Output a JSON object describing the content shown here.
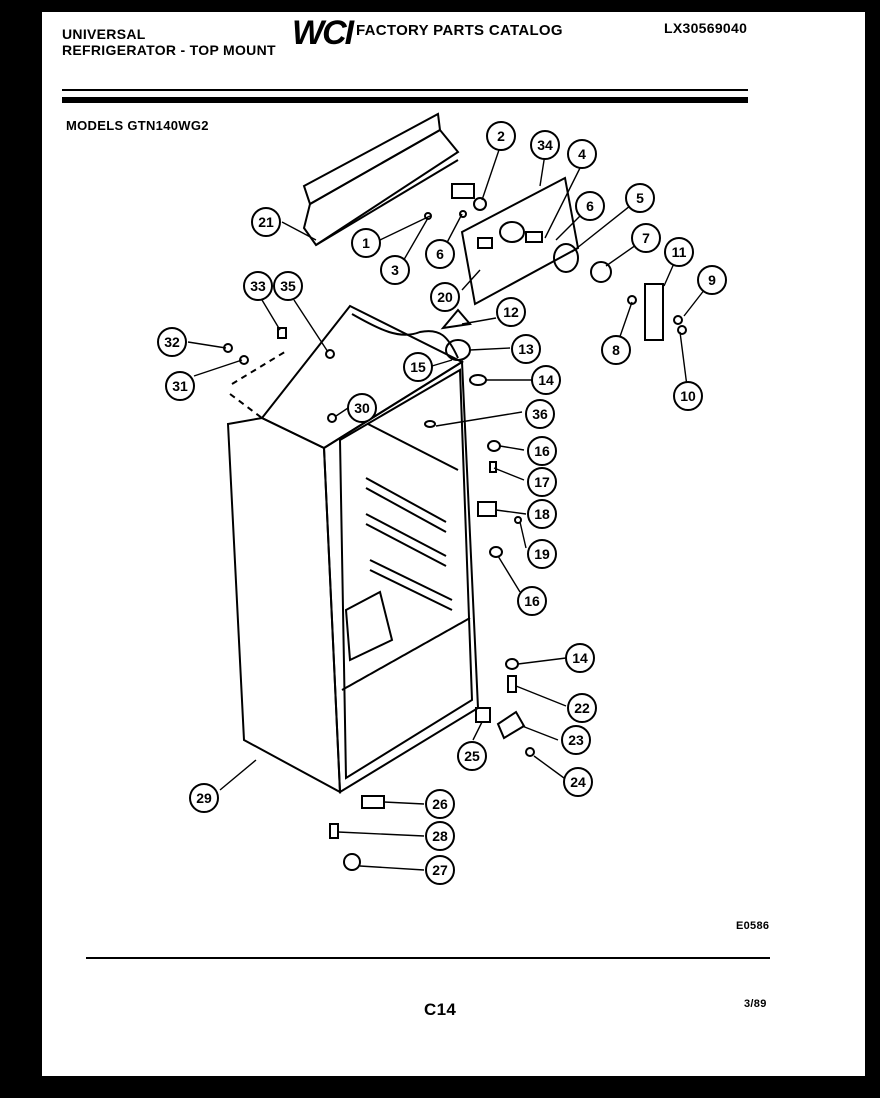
{
  "header": {
    "brand_line1": "UNIVERSAL",
    "brand_line2": "REFRIGERATOR - TOP MOUNT",
    "logo": "WCI",
    "catalog_title": "FACTORY PARTS CATALOG",
    "catalog_number": "LX30569040",
    "models": "MODELS GTN140WG2"
  },
  "footer": {
    "drawing_code": "E0586",
    "page_label": "C14",
    "date": "3/89"
  },
  "callouts": {
    "c1": "1",
    "c2": "2",
    "c3": "3",
    "c4": "4",
    "c5": "5",
    "c6a": "6",
    "c6b": "6",
    "c7": "7",
    "c8": "8",
    "c9": "9",
    "c10": "10",
    "c11": "11",
    "c12": "12",
    "c13": "13",
    "c14a": "14",
    "c14b": "14",
    "c15": "15",
    "c16a": "16",
    "c16b": "16",
    "c17": "17",
    "c18": "18",
    "c19": "19",
    "c20": "20",
    "c21": "21",
    "c22": "22",
    "c23": "23",
    "c24": "24",
    "c25": "25",
    "c26": "26",
    "c27": "27",
    "c28": "28",
    "c29": "29",
    "c30": "30",
    "c31": "31",
    "c32": "32",
    "c33": "33",
    "c34": "34",
    "c35": "35",
    "c36": "36"
  }
}
